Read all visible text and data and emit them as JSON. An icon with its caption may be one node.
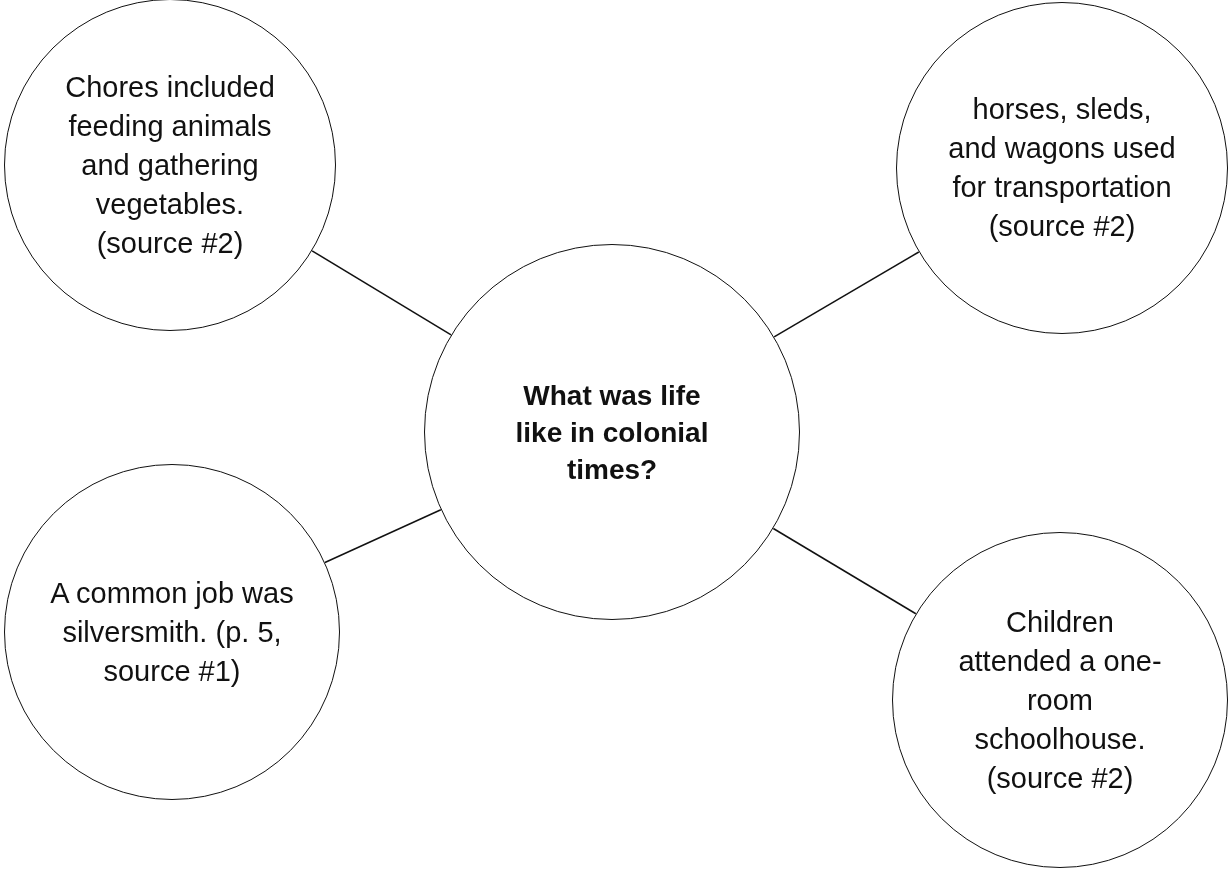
{
  "diagram": {
    "nodes": [
      {
        "text": [
          "Chores included feeding animals and gathering vegetables. (source #2)"
        ]
      },
      {
        "text": [
          "horses, sleds, and wagons used for transportation (source #2)"
        ]
      },
      {
        "text": [
          "What was life like in colonial times?"
        ]
      },
      {
        "text": [
          "A common job was silversmith. (p. 5, source #1)"
        ]
      },
      {
        "text": [
          "Children attended a one-room schoolhouse. (source #2)"
        ]
      }
    ],
    "edges": [
      {
        "from": 2,
        "to": 0,
        "arrow": "none"
      },
      {
        "from": 2,
        "to": 1,
        "arrow": "none"
      },
      {
        "from": 2,
        "to": 3,
        "arrow": "none"
      },
      {
        "from": 2,
        "to": 4,
        "arrow": "none"
      }
    ]
  }
}
